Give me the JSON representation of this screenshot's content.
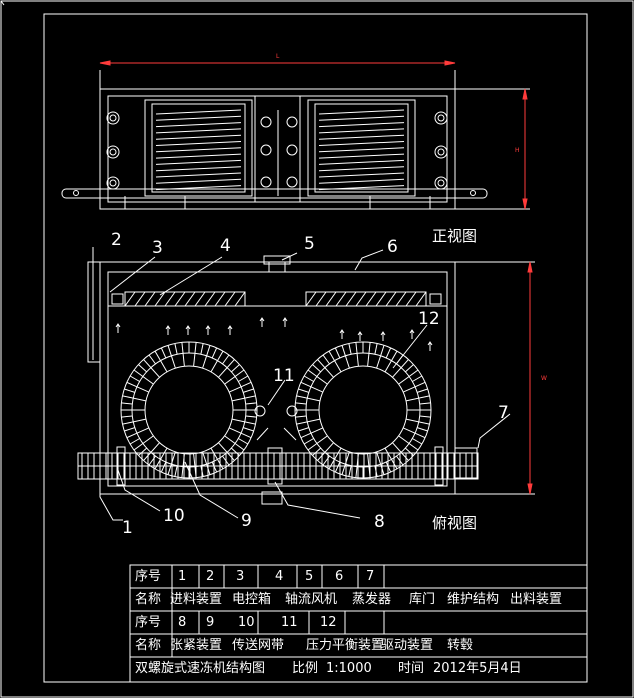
{
  "views": {
    "front": "正视图",
    "top": "俯视图"
  },
  "dimensions": {
    "length": "L",
    "height": "H",
    "width": "W"
  },
  "callouts": [
    "1",
    "2",
    "3",
    "4",
    "5",
    "6",
    "7",
    "8",
    "9",
    "10",
    "11",
    "12"
  ],
  "title_block": {
    "row1_label": "序号",
    "row1_values": [
      "1",
      "2",
      "3",
      "4",
      "5",
      "6",
      "7"
    ],
    "row2_label": "名称",
    "row2_values": [
      "进料装置",
      "电控箱",
      "轴流风机",
      "蒸发器",
      "库门",
      "维护结构",
      "出料装置"
    ],
    "row3_label": "序号",
    "row3_values": [
      "8",
      "9",
      "10",
      "11",
      "12"
    ],
    "row4_label": "名称",
    "row4_values": [
      "张紧装置",
      "传送网带",
      "压力平衡装置",
      "驱动装置",
      "转毂"
    ],
    "title": "双螺旋式速冻机结构图",
    "scale_label": "比例",
    "scale_value": "1:1000",
    "date_label": "时间",
    "date_value": "2012年5月4日"
  },
  "colors": {
    "line": "#ffffff",
    "dimension": "#ff3b3b",
    "background": "#000000"
  }
}
